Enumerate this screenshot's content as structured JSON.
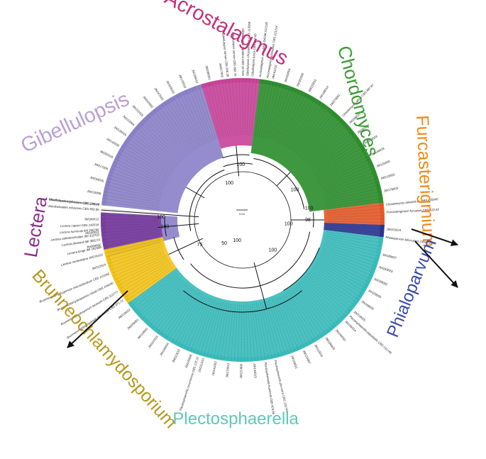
{
  "scale_bar": {
    "label": "0.04"
  },
  "clades": [
    {
      "id": "gibellulopsis",
      "name": "Gibellulopsis",
      "color": "#b9a0d4",
      "fill": "#8c82c9",
      "start": -105,
      "end": -17,
      "label_angle": -60,
      "label_r": 272,
      "rotate": -25,
      "size": 29,
      "arrow": false
    },
    {
      "id": "acrostalagmus",
      "name": "Acrostalagmus",
      "color": "#c2307a",
      "fill": "#c8459a",
      "start": -17,
      "end": 7,
      "label_angle": -5,
      "label_r": 270,
      "rotate": 28,
      "size": 29,
      "arrow": false
    },
    {
      "id": "chordomyces",
      "name": "Chordomyces",
      "color": "#3d9b35",
      "fill": "#2f8f2f",
      "start": 7,
      "end": 83,
      "label_angle": 44,
      "label_r": 232,
      "rotate": 75,
      "size": 26,
      "arrow": false
    },
    {
      "id": "furcasterigmium",
      "name": "Furcasterigmium",
      "color": "#f08a1a",
      "fill": "#e45a2a",
      "start": 83,
      "end": 92,
      "label_angle": 78,
      "label_r": 262,
      "rotate": 87,
      "size": 25,
      "arrow": true
    },
    {
      "id": "phialoparvum",
      "name": "Phialoparvum",
      "color": "#3a4aa8",
      "fill": "#2a3590",
      "start": 92,
      "end": 97,
      "label_angle": 112,
      "label_r": 258,
      "rotate": -68,
      "size": 24,
      "arrow": true
    },
    {
      "id": "plectosphaerella",
      "name": "Plectosphaerella",
      "color": "#5fc8b8",
      "fill": "#3cbcbc",
      "start": 97,
      "end": 234,
      "label_angle": 182,
      "label_r": 282,
      "rotate": 0,
      "size": 24,
      "arrow": false
    },
    {
      "id": "brunneochlamydosporium",
      "name": "Brunneochlamydosporium",
      "color": "#b5981a",
      "fill": "#f2c31a",
      "start": 234,
      "end": 258,
      "label_angle": 227,
      "label_r": 268,
      "rotate": 48,
      "size": 25,
      "arrow": true
    },
    {
      "id": "lectera",
      "name": "Lectera",
      "color": "#8a2e8a",
      "fill": "#7b3fa0",
      "start": 258,
      "end": 273,
      "label_angle": 268,
      "label_r": 290,
      "rotate": -80,
      "size": 26,
      "arrow": false
    }
  ],
  "support_values": [
    {
      "value": "100",
      "angle": -20,
      "r": 55
    },
    {
      "value": "100",
      "angle": -2,
      "r": 78
    },
    {
      "value": "100",
      "angle": 60,
      "r": 85
    },
    {
      "value": "100",
      "angle": 80,
      "r": 95
    },
    {
      "value": "98",
      "angle": 90,
      "r": 92
    },
    {
      "value": "100",
      "angle": 95,
      "r": 65
    },
    {
      "value": "100",
      "angle": 135,
      "r": 60
    },
    {
      "value": "100",
      "angle": 195,
      "r": 30
    },
    {
      "value": "50",
      "angle": 218,
      "r": 42
    },
    {
      "value": "75",
      "angle": 240,
      "r": 70
    },
    {
      "value": "100",
      "angle": 265,
      "r": 110
    },
    {
      "value": "100",
      "angle": 272,
      "r": 115
    }
  ],
  "tips": [
    "Gibellulopsis nigrescens CBS 120949",
    "Gibellulopsis serrae CBS 290.30",
    "Gibellulopsis serrae CBS 892.70",
    "Gibellulopsis aquatica CBS 117131",
    "Gibellulopsis chrysanthemi CBS 113958",
    "Gibellulopsis fusca CBS 260.65",
    "Acrostalagmus annulatus DAOM 212126",
    "Acrostalagmus luteoalbus CBS 121214",
    "Chordomyces albus CBS 987.87",
    "Chordomyces antarcticus CBS 120045",
    "Furcasterigmium furcatum CBS 122.42",
    "Phialoparvum bifurcatum CBS 299.70",
    "Plectosphaerella plurivora CBS 131742",
    "Plectosphaerella humicola CBS 423.66",
    "Plectosphaerella cucumerina CBS 137.37",
    "Plectosphaerella populiatilis CBS 131745",
    "Brunneochlamydosporium nepalense CBS 971.72",
    "Brunneochlamydosporium terrestre CBS 112777",
    "Brunneochlamydosporium cibotii CBS 109240",
    "Brunneochlamydosporium macroclavatum CBS 101548",
    "Lectera nordwiniana JW231022",
    "Lectera longa IMI 181698",
    "Lectera phaseoli IMI 366179",
    "Lectera colletotrichoides IMI 332702",
    "Lectera humicola IMI 265740",
    "Lectera capsici CBS 142534",
    "Monilochaetes infuscans CBS 869.96",
    "Monilochaetes infuscans CBS 379.77"
  ],
  "tip_codes": [
    "JW268002",
    "JW140011",
    "JW188013",
    "JW110009",
    "JW234025",
    "JW217009",
    "JW260016",
    "JW142006",
    "JW128019",
    "JW122004",
    "JW222025",
    "JW210030",
    "JW247005",
    "JW109010",
    "JW133019",
    "JW106010",
    "JW280001",
    "JW217002",
    "JW161010",
    "JW184004",
    "JW182028",
    "JW233011",
    "JW148014",
    "JW274001",
    "JW268021",
    "JW161037",
    "JW203003",
    "JW144019",
    "JW125020",
    "JW212003",
    "JW178003",
    "JW203024",
    "JW180007",
    "JW189023",
    "JW188002",
    "JW109005",
    "JW188005",
    "JW218020",
    "JW155014",
    "JW240002",
    "JW156003",
    "JW113016",
    "JW124007",
    "JW110011",
    "JW144013",
    "JW121006",
    "JW170013",
    "JW141002",
    "JW211013",
    "JW120006",
    "JW222015",
    "JW194004",
    "JW157015",
    "JW118001",
    "JW265001",
    "JW219019",
    "JW212014",
    "JW179001",
    "JW125029",
    "JW211012",
    "JW144017",
    "JW193010",
    "JW230003",
    "JW188009",
    "JW232022",
    "JW194021",
    "JW263015",
    "JW234019",
    "JW247006",
    "JW273002"
  ]
}
